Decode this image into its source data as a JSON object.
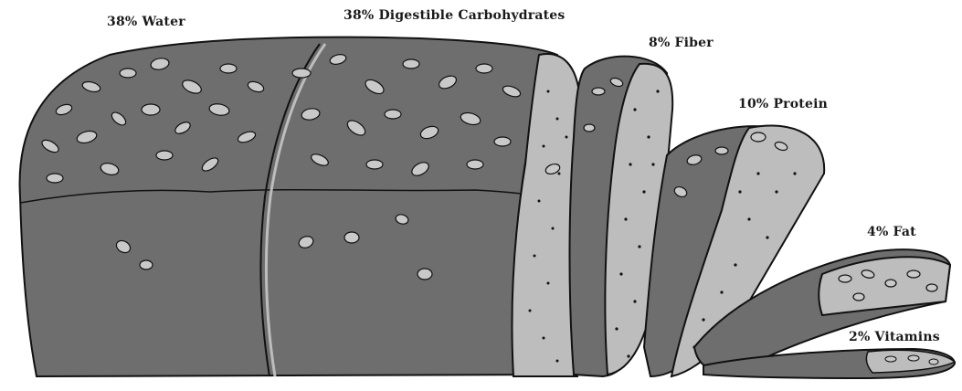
{
  "labels": {
    "water": "38% Water",
    "carbohydrates": "38% Digestible Carbohydrates",
    "fiber": "8% Fiber",
    "protein": "10% Protein",
    "fat": "4% Fat",
    "vitamins": "2% Vitamins"
  },
  "colors": {
    "crust": "#6e6e6e",
    "crumb": "#bdbdbd",
    "outline": "#111111",
    "oat": "#c9c9c9"
  }
}
